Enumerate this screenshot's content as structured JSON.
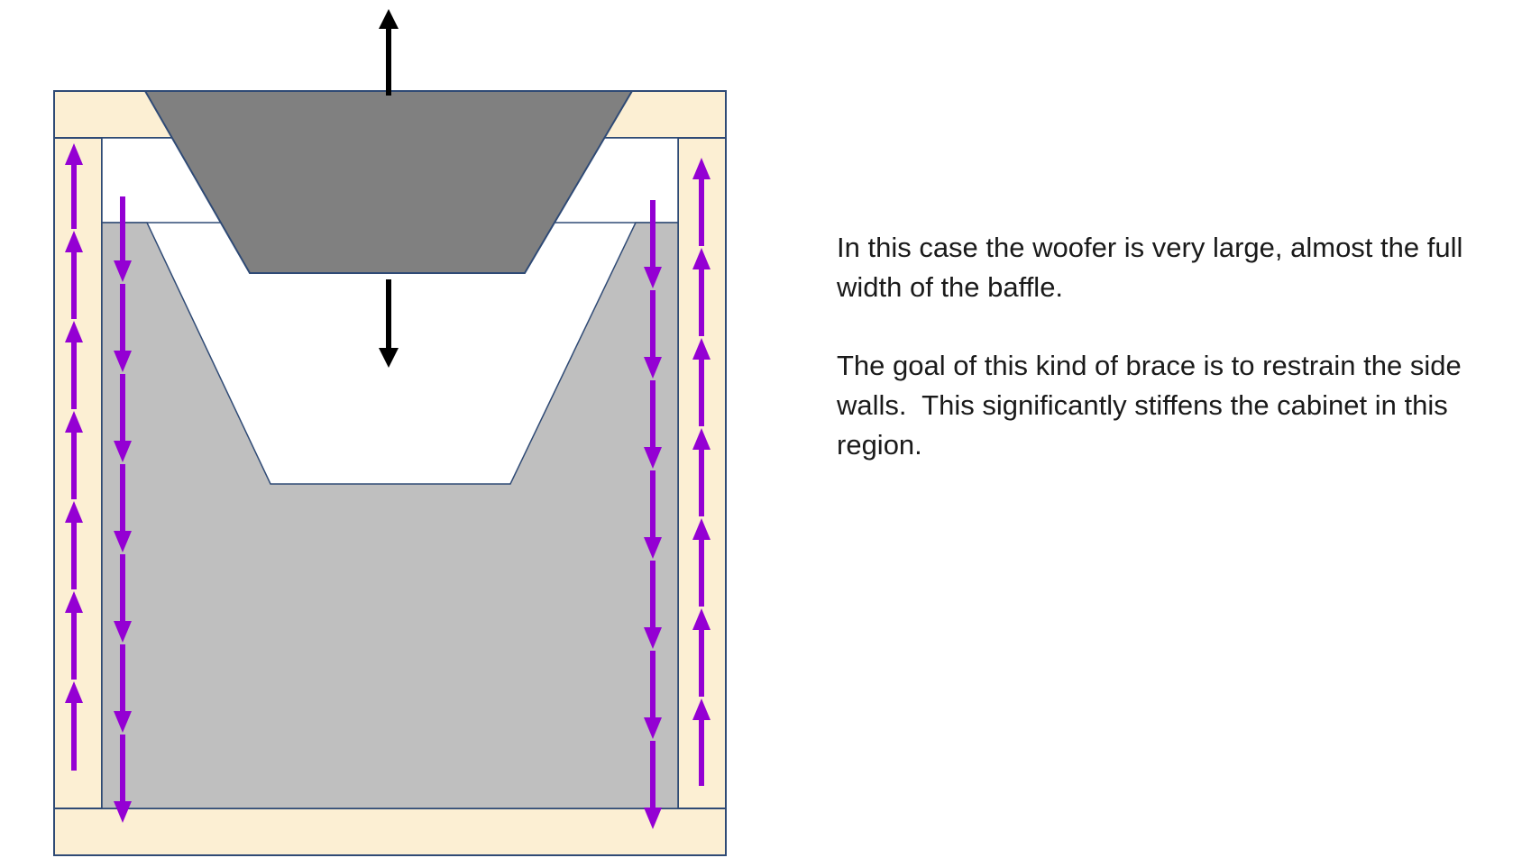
{
  "colors": {
    "wood": "#fcefd3",
    "outline": "#2f4a75",
    "woofer": "#808080",
    "brace": "#bfbfbf",
    "force_arrow": "#9400d3",
    "motion_arrow": "#000000"
  },
  "icons": {
    "woofer": "trapezoid-woofer-cone",
    "brace": "trapezoid-cutout-brace",
    "force": "purple-arrow",
    "motion": "black-arrow"
  },
  "text": {
    "paragraph_1": "In this case the woofer is very large, almost the full\nwidth of the baffle.",
    "paragraph_2": "The goal of this kind of brace is to restrain the side\nwalls.  This significantly stiffens the cabinet in this\nregion."
  }
}
